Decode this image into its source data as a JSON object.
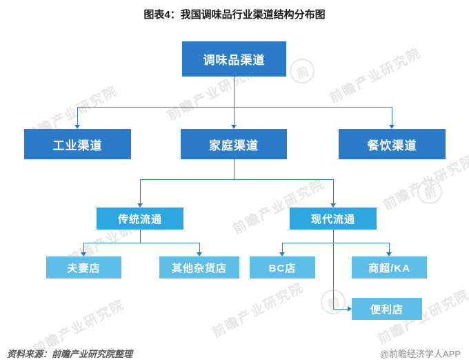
{
  "title": "图表4：我国调味品行业渠道结构分布图",
  "nodes": {
    "root": "调味品渠道",
    "industrial": "工业渠道",
    "household": "家庭渠道",
    "catering": "餐饮渠道",
    "traditional": "传统流通",
    "modern": "现代流通",
    "mom_pop": "夫妻店",
    "other_grocery": "其他杂货店",
    "bc_store": "BC店",
    "super_ka": "商超/KA",
    "convenience": "便利店"
  },
  "hierarchy": {
    "调味品渠道": {
      "工业渠道": [],
      "家庭渠道": {
        "传统流通": [
          "夫妻店",
          "其他杂货店"
        ],
        "现代流通": [
          "BC店",
          "商超/KA",
          "便利店"
        ]
      },
      "餐饮渠道": []
    }
  },
  "watermark": {
    "text": "前瞻产业研究院",
    "logo_char": "前"
  },
  "footer": {
    "source": "资料来源：前瞻产业研究院整理",
    "credit": "@前瞻经济学人APP"
  },
  "colors": {
    "primary_box": "#2b7bc9",
    "secondary_box": "#2ea7e0",
    "leaf_box": "#5fbee7",
    "connector": "#2b7bc9"
  }
}
